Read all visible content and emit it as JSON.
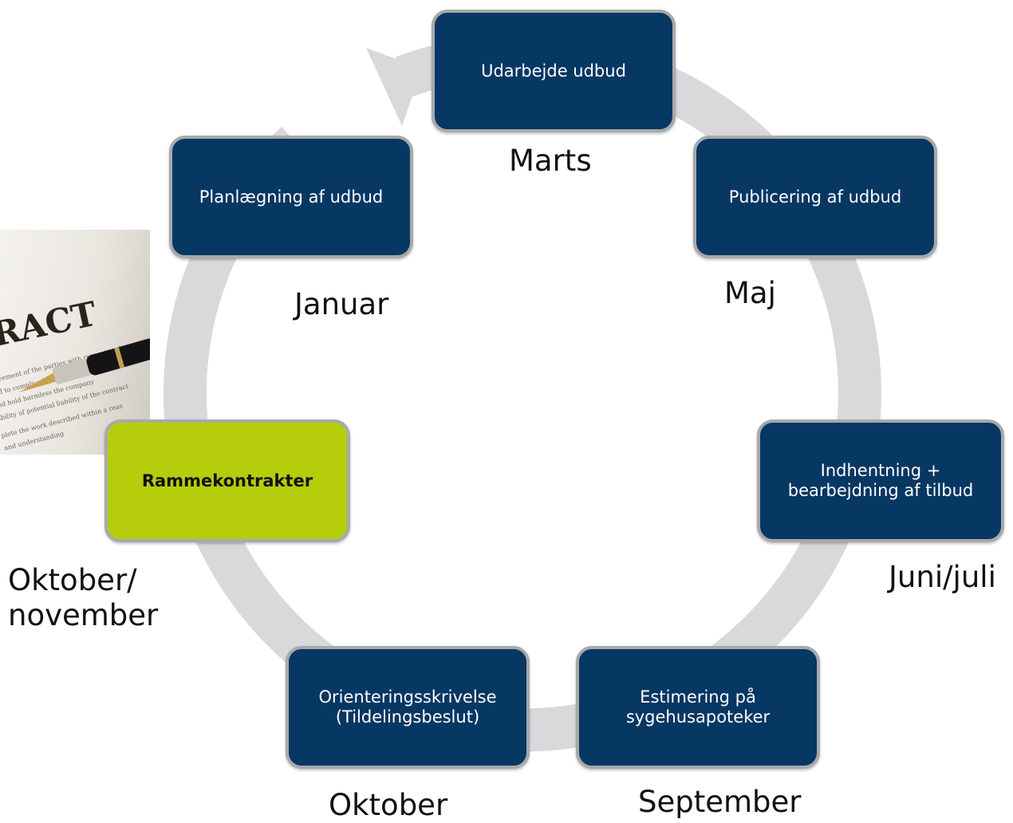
{
  "photo": {
    "heading_text": "RACT",
    "fine_print": [
      "agreement of the parties with respect to the",
      "and to comply with agreements and",
      "and hold harmless the company",
      "ability of potential liability of the contract",
      "plete the work described within a reas",
      "and understanding"
    ]
  },
  "steps": [
    {
      "label": "Udarbejde udbud",
      "highlight": false
    },
    {
      "label": "Publicering af udbud",
      "highlight": false
    },
    {
      "label": "Indhentning +\nbearbejdning af tilbud",
      "highlight": false
    },
    {
      "label": "Estimering på\nsygehusapoteker",
      "highlight": false
    },
    {
      "label": "Orienteringsskrivelse\n(Tildelingsbeslut)",
      "highlight": false
    },
    {
      "label": "Rammekontrakter",
      "highlight": true
    },
    {
      "label": "Planlægning af udbud",
      "highlight": false
    }
  ],
  "months": {
    "marts": "Marts",
    "maj": "Maj",
    "juni_juli": "Juni/juli",
    "september": "September",
    "oktober": "Oktober",
    "oktober_november": "Oktober/\nnovember",
    "januar": "Januar"
  },
  "colors": {
    "step_fill": "#073763",
    "step_border": "#a7a9ac",
    "highlight_fill": "#b5cd0b",
    "cycle_arrow": "#d9d9db"
  }
}
